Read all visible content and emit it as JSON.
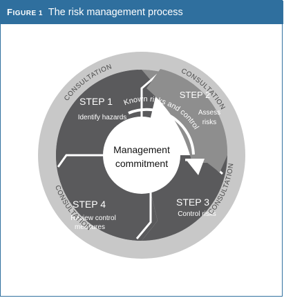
{
  "header": {
    "figure_label_cap": "F",
    "figure_label_rest": "IGURE 1",
    "title": "The risk management process",
    "background_color": "#2f6f9e"
  },
  "diagram": {
    "center": {
      "line1": "Management",
      "line2": "commitment"
    },
    "arrow_label": "Known risks and control",
    "steps": [
      {
        "title": "STEP 1",
        "line1": "Identify hazards",
        "line2": ""
      },
      {
        "title": "STEP 2",
        "line1": "Assess",
        "line2": "risks"
      },
      {
        "title": "STEP 3",
        "line1": "Control risks",
        "line2": ""
      },
      {
        "title": "STEP 4",
        "line1": "Review control",
        "line2": "measures"
      }
    ],
    "ring_labels": [
      "CONSULTATION",
      "CONSULTATION",
      "CONSULTATION",
      "CONSULTATION"
    ],
    "colors": {
      "outer_ring": "#c8c8c8",
      "step_dark": "#5a5a5c",
      "step_light": "#8e8e8e",
      "text_light": "#ffffff",
      "ring_text": "#4a4a4a",
      "arrow": "#ffffff"
    }
  }
}
